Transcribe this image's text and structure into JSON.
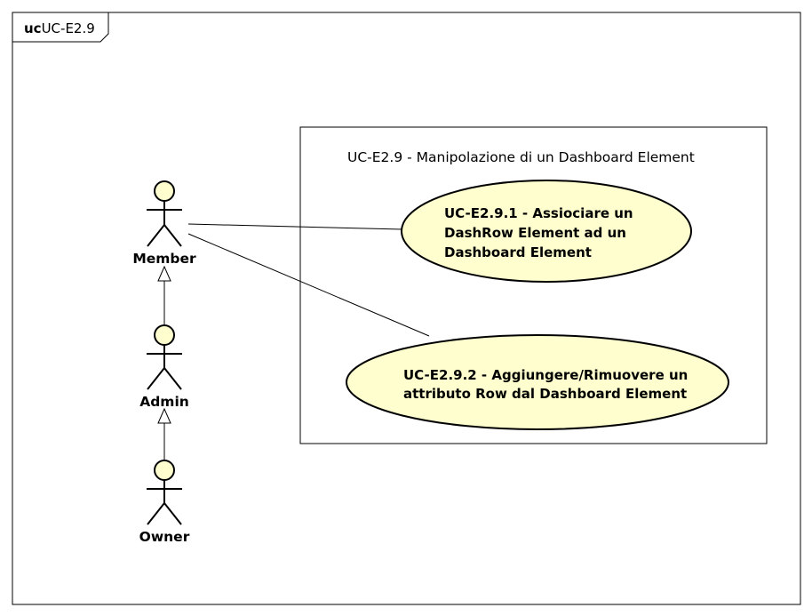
{
  "frame": {
    "keyword": "uc",
    "name": "UC-E2.9"
  },
  "system": {
    "title": "UC-E2.9 - Manipolazione di un Dashboard Element"
  },
  "actors": {
    "member": "Member",
    "admin": "Admin",
    "owner": "Owner"
  },
  "use_cases": {
    "uc1": [
      "UC-E2.9.1 - Assiociare un",
      "DashRow Element ad un",
      "Dashboard Element"
    ],
    "uc2": [
      "UC-E2.9.2 - Aggiungere/Rimuovere un",
      "attributo Row dal Dashboard Element"
    ]
  },
  "colors": {
    "actor_fill": "#fefece",
    "usecase_fill": "#fefece",
    "line": "#000000",
    "background": "#ffffff"
  }
}
